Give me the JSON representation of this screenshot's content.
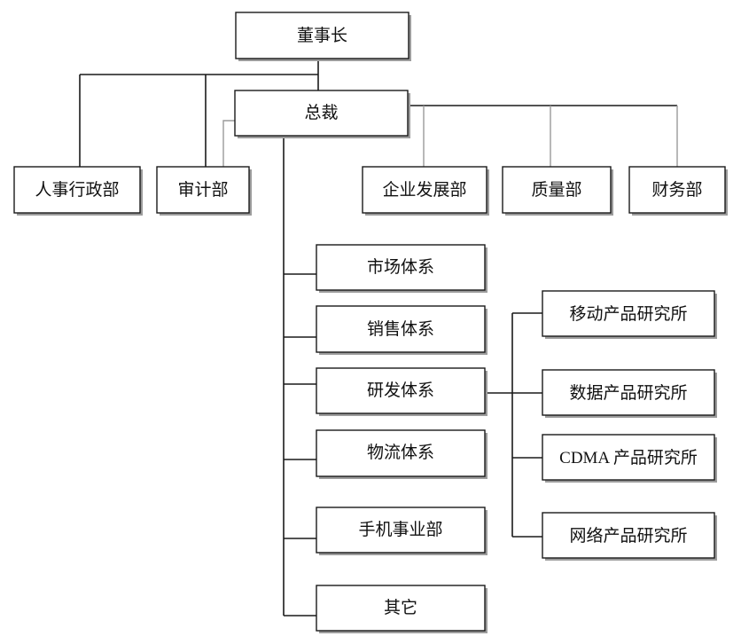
{
  "diagram": {
    "nodes": {
      "chairman": "董事长",
      "president": "总裁",
      "hr_admin": "人事行政部",
      "audit": "审计部",
      "corp_dev": "企业发展部",
      "quality": "质量部",
      "finance": "财务部",
      "marketing": "市场体系",
      "sales": "销售体系",
      "rnd": "研发体系",
      "logistics": "物流体系",
      "mobile_phone": "手机事业部",
      "other": "其它",
      "mobile_product_lab": "移动产品研究所",
      "data_product_lab": "数据产品研究所",
      "cdma_product_lab": "CDMA 产品研究所",
      "network_product_lab": "网络产品研究所"
    }
  }
}
